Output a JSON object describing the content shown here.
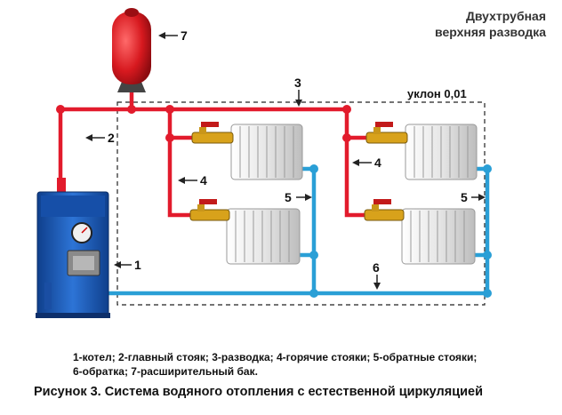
{
  "title_line1": "Двухтрубная",
  "title_line2": "верхняя разводка",
  "slope_label": "уклон 0,01",
  "labels": {
    "n1": "1",
    "n2": "2",
    "n3": "3",
    "n4a": "4",
    "n4b": "4",
    "n5a": "5",
    "n5b": "5",
    "n6": "6",
    "n7": "7"
  },
  "legend_line1": "1-котел; 2-главный стояк; 3-разводка; 4-горячие стояки; 5-обратные стояки;",
  "legend_line2": "6-обратка; 7-расширительный бак.",
  "caption": "Рисунок 3. Система водяного отопления с естественной циркуляцией",
  "colors": {
    "hot_pipe": "#e21b2c",
    "return_pipe": "#2a9fd6",
    "boiler": "#1f63c4",
    "tank": "#d7191f",
    "valve": "#d8a21b"
  },
  "icons": [
    "expansion-tank-icon",
    "boiler-icon",
    "radiator-icon",
    "valve-icon",
    "arrow-icon"
  ]
}
